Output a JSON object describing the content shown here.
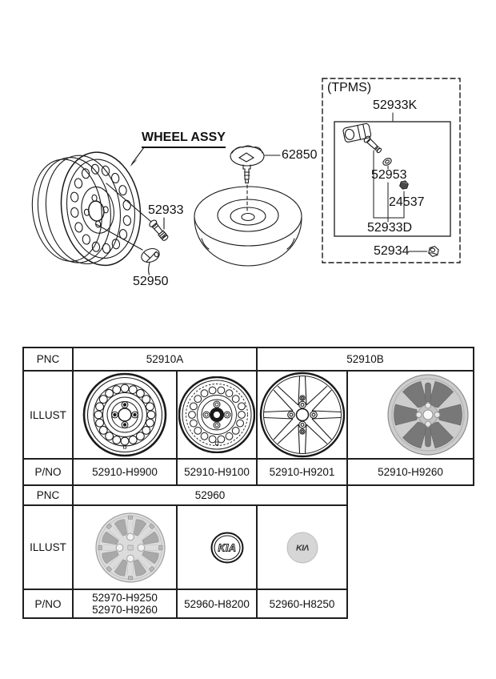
{
  "diagram": {
    "wheel_assy_label": "WHEEL ASSY",
    "part_labels": {
      "clamp": "62850",
      "valve": "52933",
      "balance_weight": "52950"
    },
    "tpms": {
      "title": "(TPMS)",
      "sensor_kit": "52933K",
      "grommet": "52953",
      "screw": "24537",
      "valve_assembly": "52933D",
      "nut": "52934"
    }
  },
  "table": {
    "labels": {
      "pnc": "PNC",
      "illust": "ILLUST",
      "pno": "P/NO"
    },
    "section1": {
      "pnc_a": "52910A",
      "pnc_b": "52910B",
      "part_numbers": [
        "52910-H9900",
        "52910-H9100",
        "52910-H9201",
        "52910-H9260"
      ],
      "illustrations": [
        "steel-wheel",
        "steel-wheel-open-center",
        "alloy-wheel-line-art",
        "alloy-wheel-shaded"
      ]
    },
    "section2": {
      "pnc": "52960",
      "part_numbers_col1": [
        "52970-H9250",
        "52970-H9260"
      ],
      "part_numbers": [
        "52960-H8200",
        "52960-H8250"
      ],
      "illustrations": [
        "wheel-cover",
        "kia-oval-emblem-cap",
        "kia-new-logo-cap"
      ]
    }
  },
  "logos": {
    "kia_old": "KIA",
    "kia_new": "KIΛ"
  },
  "colors": {
    "line": "#1a1a1a",
    "shaded_wheel": "#cdcdcd",
    "cutout_gray": "#787878",
    "cap_gray": "#d6d6d6"
  }
}
